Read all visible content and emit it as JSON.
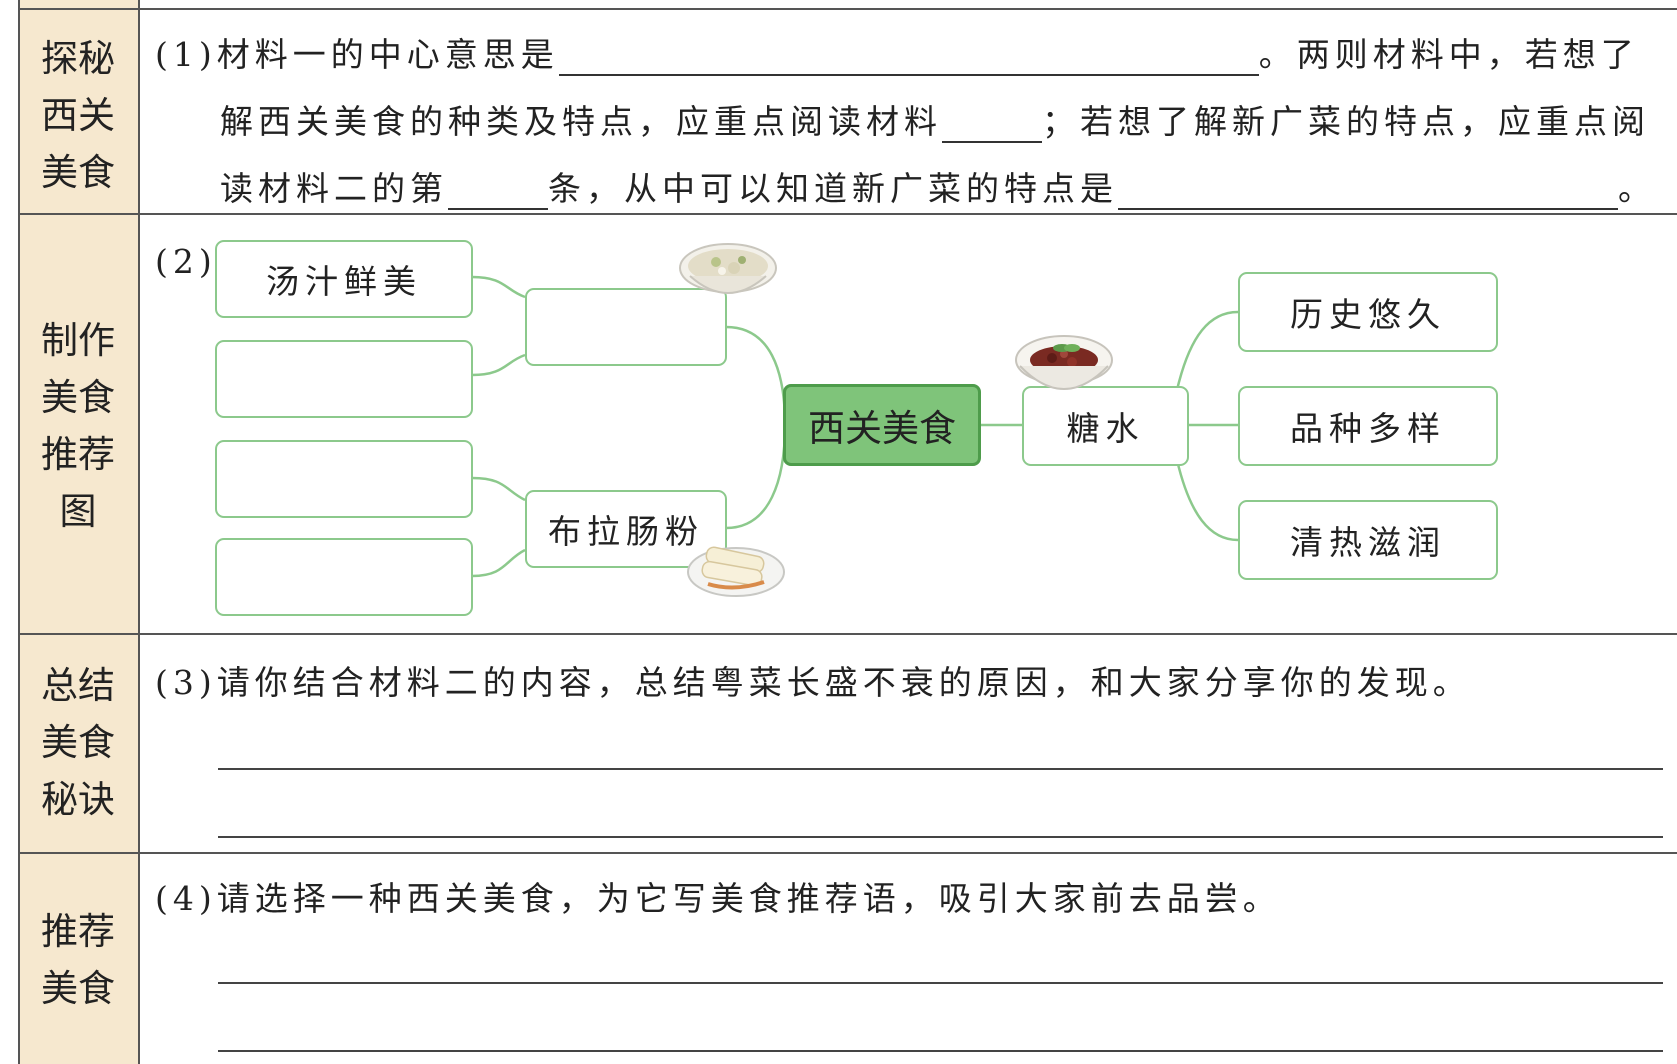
{
  "sections": [
    {
      "label": [
        "探秘",
        "西关",
        "美食"
      ]
    },
    {
      "label": [
        "制作",
        "美食",
        "推荐",
        "图"
      ]
    },
    {
      "label": [
        "总结",
        "美食",
        "秘诀"
      ]
    },
    {
      "label": [
        "推荐",
        "美食"
      ]
    }
  ],
  "q1": {
    "line1_a": "(1)材料一的中心意思是",
    "line1_b": "。两则材料中，若想了",
    "line2_a": "解西关美食的种类及特点，应重点阅读材料",
    "line2_b": "；若想了解新广菜的特点，应重点阅",
    "line3_a": "读材料二的第",
    "line3_b": "条，从中可以知道新广菜的特点是",
    "line3_c": "。"
  },
  "q2": {
    "number": "(2)",
    "center": "西关美食",
    "left_top": {
      "children": [
        "汤汁鲜美",
        ""
      ],
      "parent": ""
    },
    "left_bottom": {
      "children": [
        "",
        ""
      ],
      "parent": "布拉肠粉"
    },
    "right": {
      "parent": "糖水",
      "children": [
        "历史悠久",
        "品种多样",
        "清热滋润"
      ]
    },
    "icons": [
      "soup-bowl-icon",
      "sweet-soup-bowl-icon",
      "rice-roll-plate-icon"
    ],
    "colors": {
      "box_border": "#8cc98c",
      "center_fill": "#7fc47a",
      "line": "#8cc98c"
    }
  },
  "q3": {
    "text": "(3)请你结合材料二的内容，总结粤菜长盛不衰的原因，和大家分享你的发现。"
  },
  "q4": {
    "text": "(4)请选择一种西关美食，为它写美食推荐语，吸引大家前去品尝。"
  }
}
